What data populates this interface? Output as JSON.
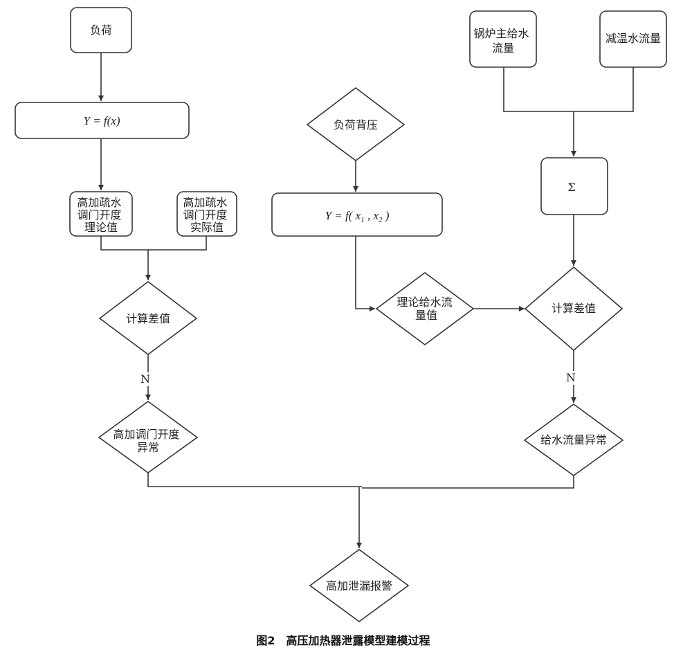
{
  "nodes": {
    "load_left": "负荷",
    "formula_left": "Y = f(x)",
    "valve_theoretical": [
      "高加疏水",
      "调门开度",
      "理论值"
    ],
    "valve_actual": [
      "高加疏水",
      "调门开度",
      "实际值"
    ],
    "calc_diff_left": "计算差值",
    "valve_abnormal": [
      "高加调门开度",
      "异常"
    ],
    "load_backpressure": "负荷背压",
    "formula_middle": "Y = f( x1 , x2 )",
    "theoretical_flow": [
      "理论给水流",
      "量值"
    ],
    "boiler_feedwater": [
      "锅炉主给水",
      "流量"
    ],
    "desuperheat_flow": "减温水流量",
    "sum": "Σ",
    "calc_diff_right": "计算差值",
    "feedwater_abnormal": "给水流量异常",
    "alarm": "高加泄漏报警"
  },
  "edge_labels": {
    "n_left": "N",
    "n_right": "N"
  },
  "caption": "图2　高压加热器泄露模型建模过程"
}
